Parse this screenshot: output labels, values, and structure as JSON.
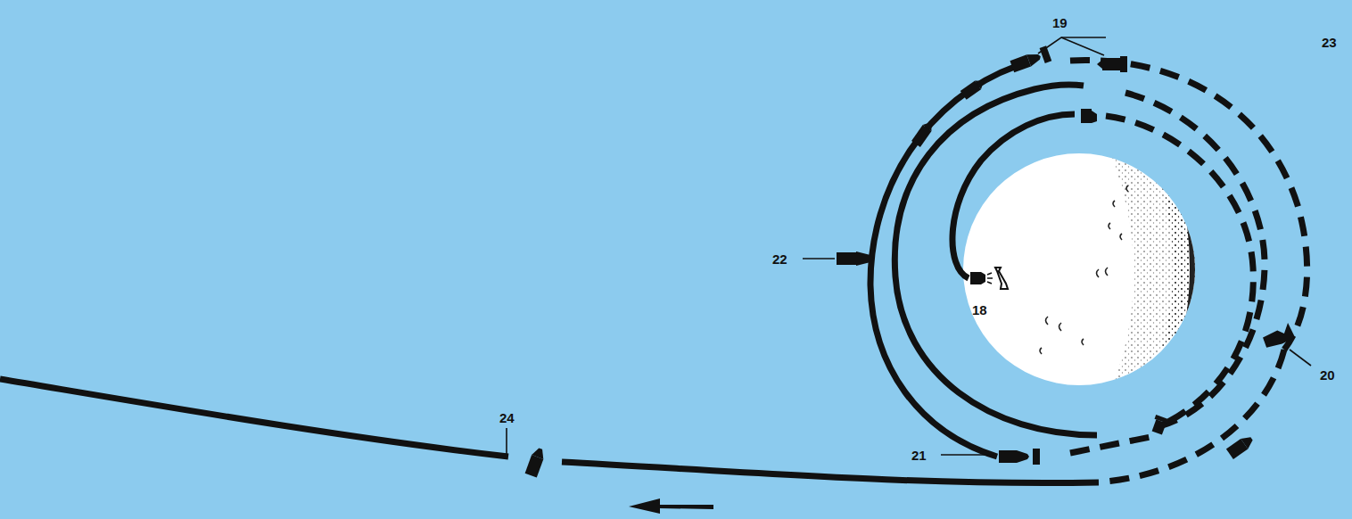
{
  "diagram": {
    "labels": [
      "19",
      "23",
      "22",
      "18",
      "20",
      "24",
      "21"
    ]
  }
}
